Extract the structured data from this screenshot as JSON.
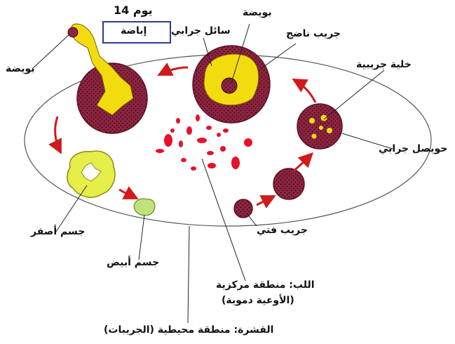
{
  "labels": {
    "day": "يوم 14",
    "ovulation": "إباضة",
    "follicular_fluid": "سائل جرابي",
    "ovule_top": "بويضة",
    "mature_follicle": "جريب ناضج",
    "ovule_left": "بويضة",
    "follicle_cell": "خلية جريبية",
    "follicular_vesicle": "حويصل جرابي",
    "young_follicle": "جريب فتي",
    "yellow_body": "جسم أصفر",
    "white_body": "جسم أبيض",
    "medulla_line1": "اللب: منطقة مركزية",
    "medulla_line2": "(الأوعية دموية)",
    "cortex": "القشرة: منطقة محيطية (الجريبات)"
  },
  "colors": {
    "follicle_fill": "#8e2440",
    "follicle_dots": "#2a0a12",
    "yolk": "#f2dc10",
    "vessel_red": "#e8102a",
    "arrow_red": "#cf1b1b",
    "corpus_luteum": "#e6ee4a",
    "corpus_albicans": "#bfe27a",
    "box_border": "#2e3c8c"
  }
}
